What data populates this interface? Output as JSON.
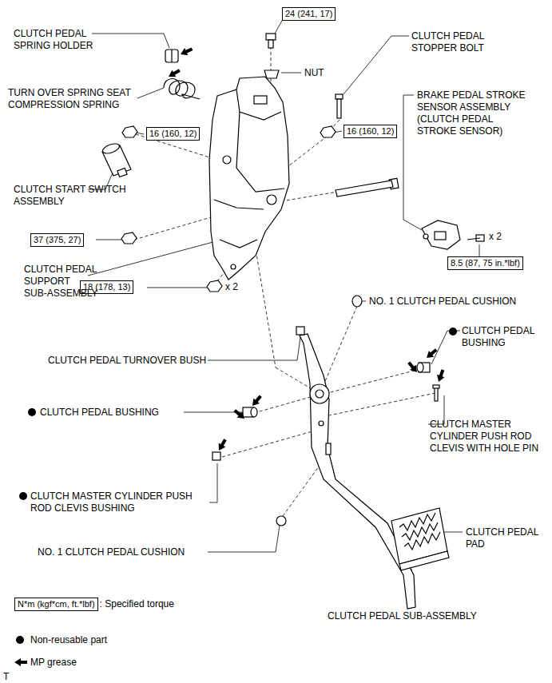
{
  "diagram": {
    "nodes": [
      {
        "text": [
          "24 (241, 17)"
        ]
      },
      {
        "text": [
          "16 (160, 12)"
        ]
      },
      {
        "text": [
          "16 (160, 12)"
        ]
      },
      {
        "text": [
          "37 (375, 27)"
        ]
      },
      {
        "text": [
          "8.5 (87, 75 in.*lbf)"
        ]
      },
      {
        "text": [
          "18 (178, 13)"
        ]
      },
      {
        "text": [
          "N*m (kgf*cm, ft.*lbf)"
        ]
      }
    ],
    "labels": [
      "CLUTCH PEDAL SPRING HOLDER",
      "CLUTCH PEDAL STOPPER BOLT",
      "NUT",
      "TURN OVER SPRING SEAT COMPRESSION SPRING",
      "BRAKE PEDAL STROKE SENSOR ASSEMBLY (CLUTCH PEDAL STROKE SENSOR)",
      "CLUTCH START SWITCH ASSEMBLY",
      "x 2",
      "CLUTCH PEDAL SUPPORT SUB-ASSEMBLY",
      "x 2",
      "NO. 1 CLUTCH PEDAL CUSHION",
      "CLUTCH PEDAL BUSHING",
      "CLUTCH PEDAL TURNOVER BUSH",
      "CLUTCH PEDAL BUSHING",
      "CLUTCH MASTER CYLINDER PUSH ROD CLEVIS WITH HOLE PIN",
      "CLUTCH MASTER CYLINDER PUSH ROD CLEVIS BUSHING",
      "CLUTCH PEDAL PAD",
      "NO. 1 CLUTCH PEDAL CUSHION",
      "CLUTCH PEDAL SUB-ASSEMBLY",
      "T"
    ],
    "legend": [
      {
        "text": ": Specified torque"
      },
      {
        "text": "Non-reusable part"
      },
      {
        "text": "MP grease"
      }
    ]
  }
}
